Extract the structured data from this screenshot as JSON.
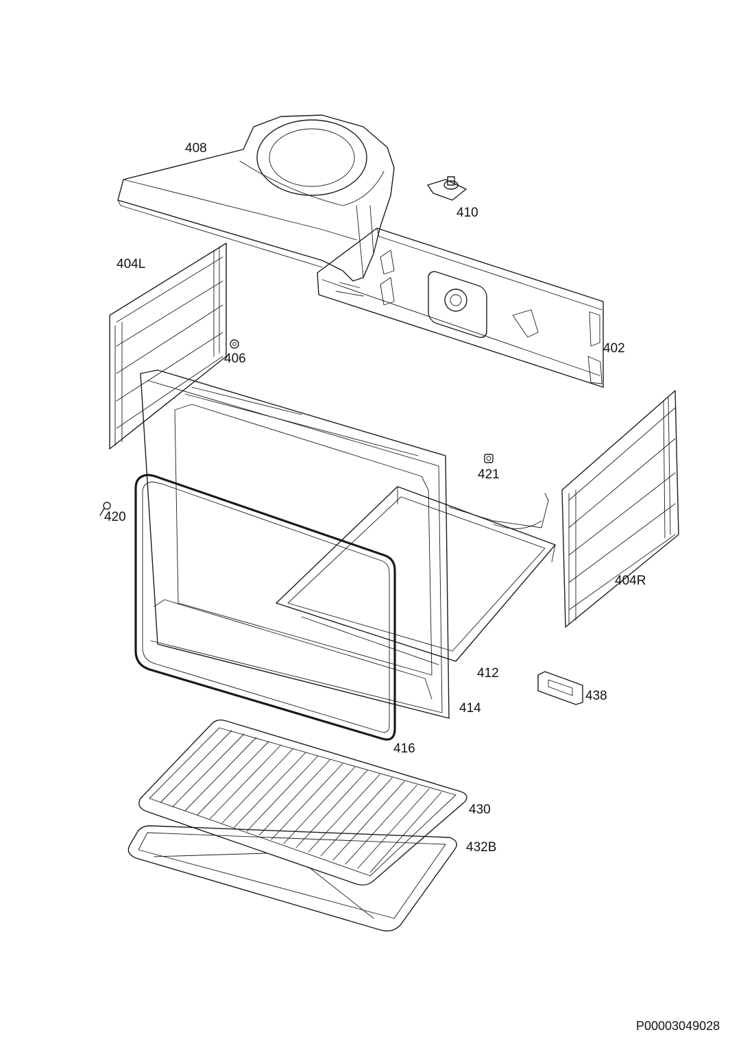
{
  "labels": {
    "p408": "408",
    "p410": "410",
    "p404L": "404L",
    "p406": "406",
    "p402": "402",
    "p421": "421",
    "p420": "420",
    "p404R": "404R",
    "p412": "412",
    "p438": "438",
    "p414": "414",
    "p416": "416",
    "p430": "430",
    "p432B": "432B"
  },
  "document_code": "P00003049028"
}
